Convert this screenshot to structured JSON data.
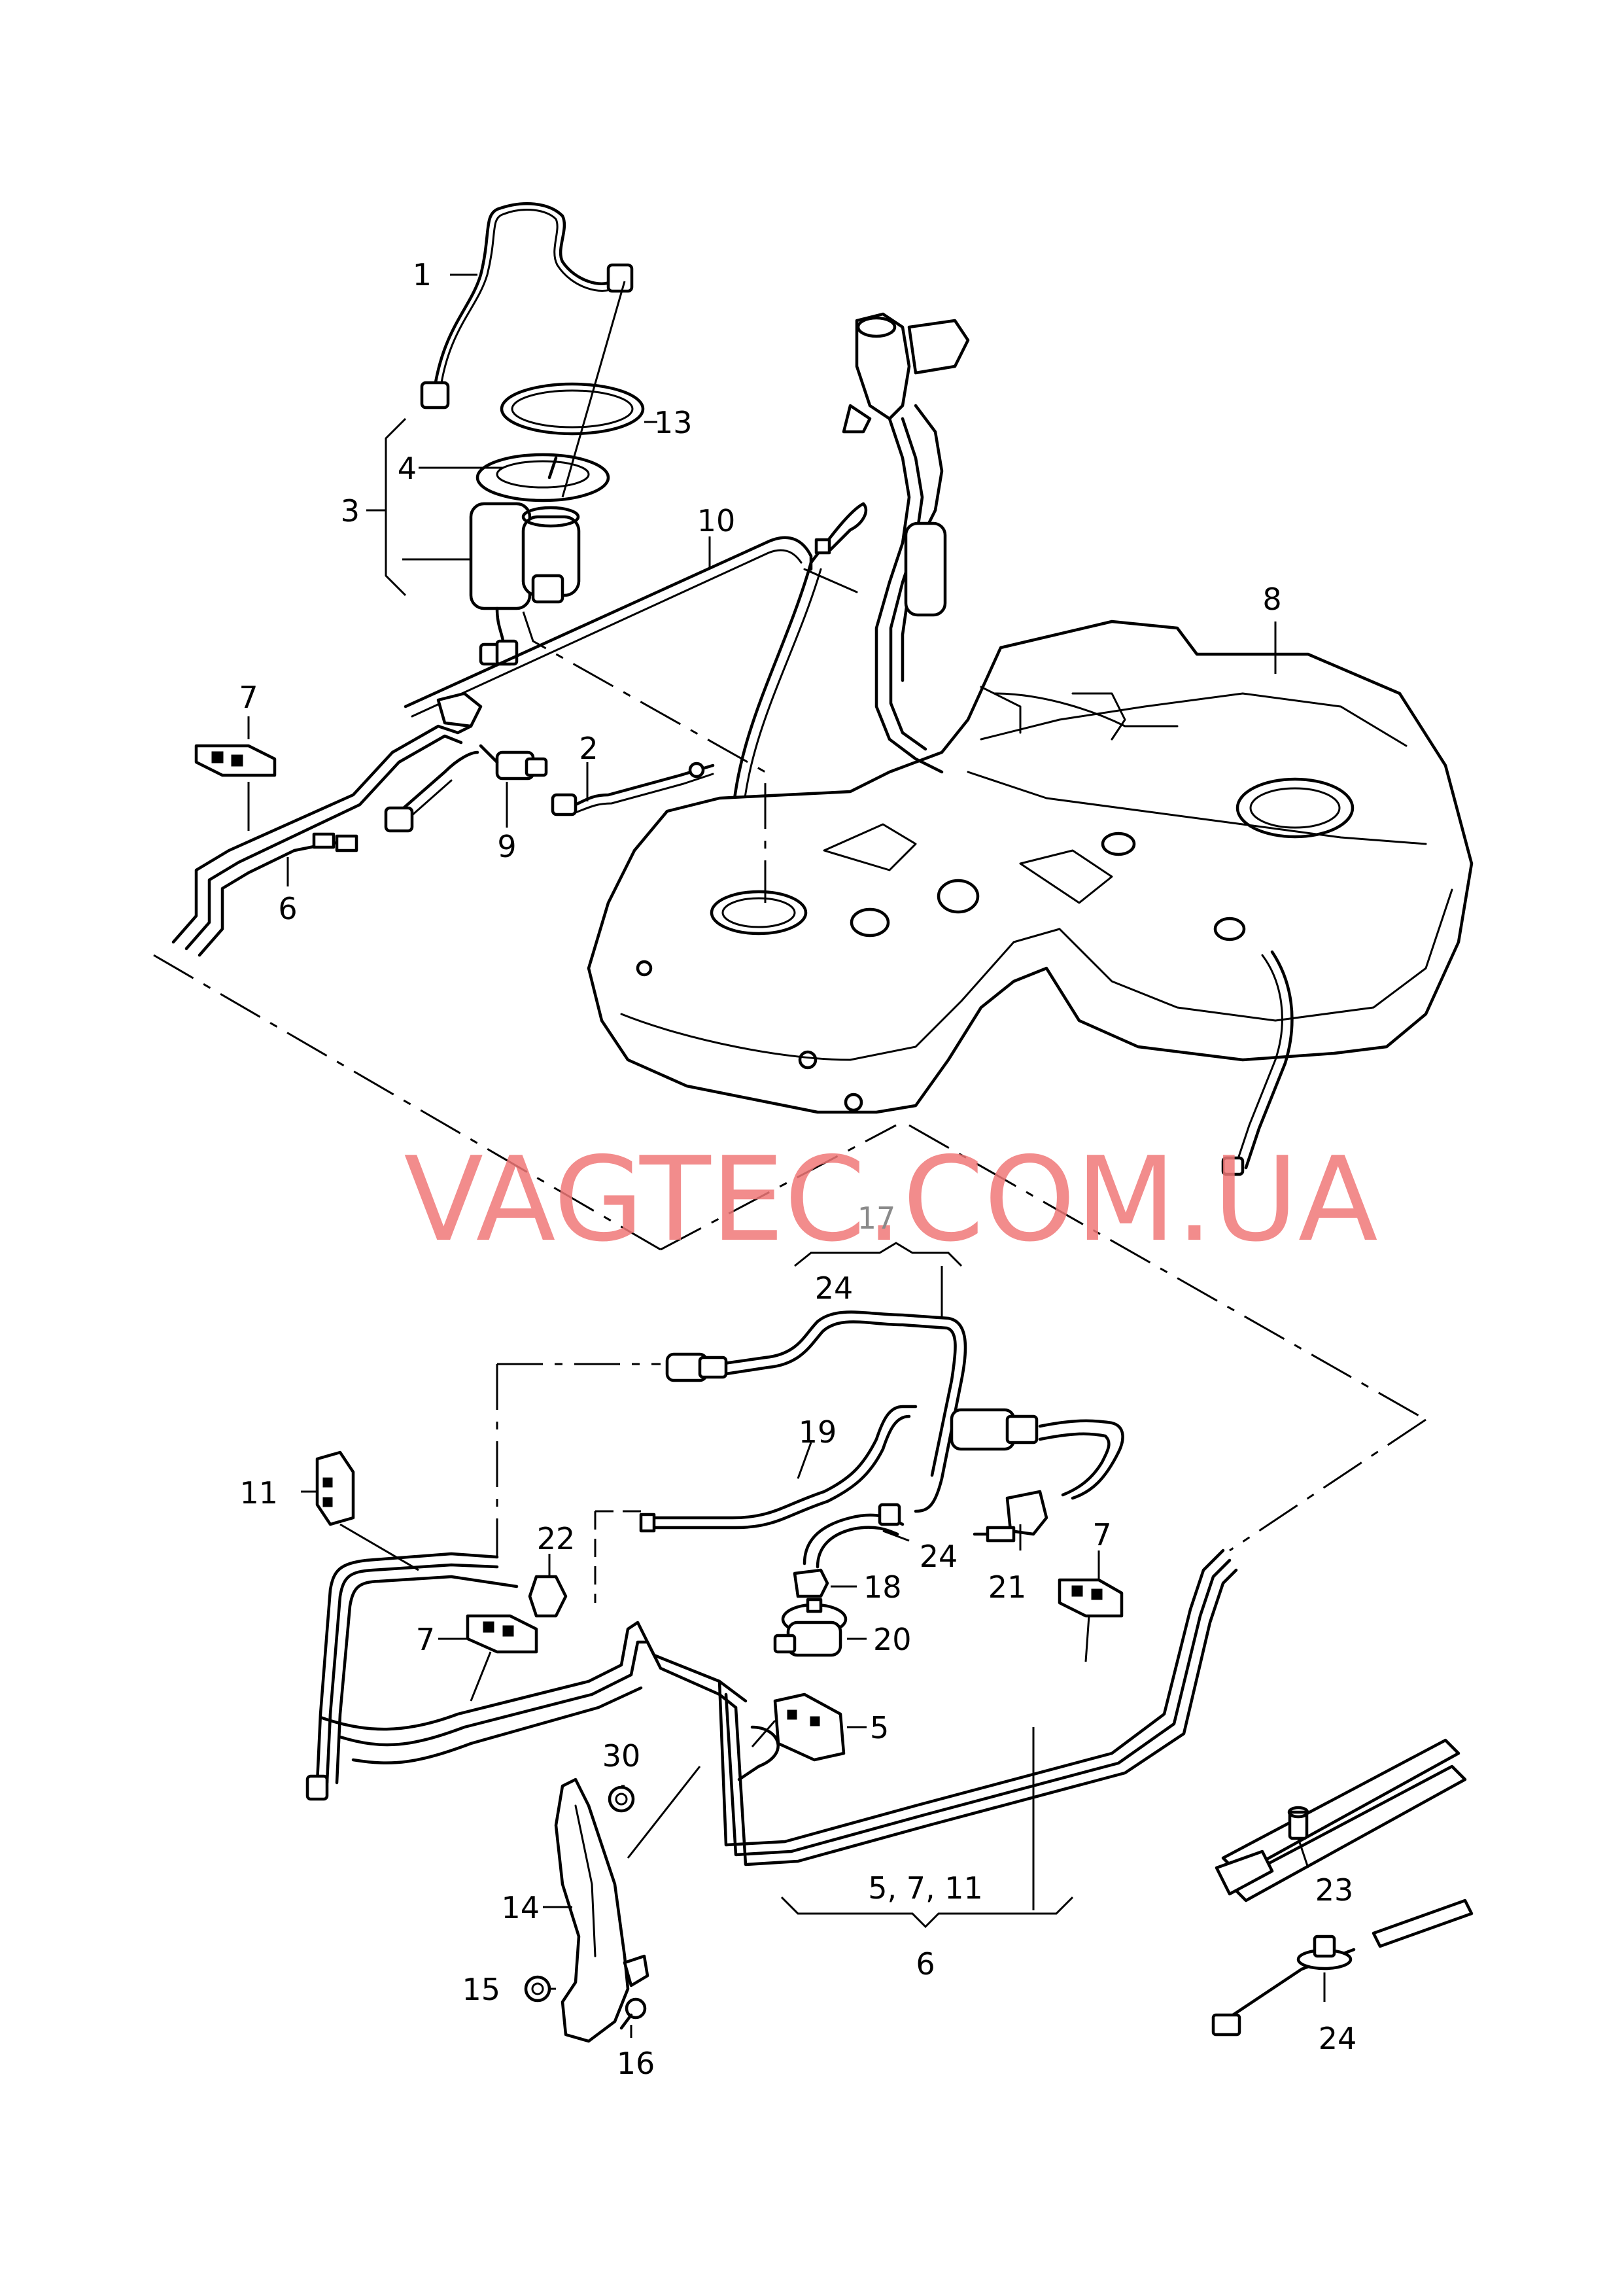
{
  "watermark": "VAGTEC.COM.UA",
  "callouts": {
    "c1": "1",
    "c2": "2",
    "c3": "3",
    "c4": "4",
    "c5": "5",
    "c6_top": "6",
    "c6_bottom": "6",
    "c7_top": "7",
    "c7_mid": "7",
    "c7_right": "7",
    "c8": "8",
    "c9": "9",
    "c10": "10",
    "c11": "11",
    "c13": "13",
    "c14": "14",
    "c15": "15",
    "c16": "16",
    "c17": "17",
    "c18": "18",
    "c19": "19",
    "c20": "20",
    "c21": "21",
    "c22": "22",
    "c23": "23",
    "c24_group": "24",
    "c24_mid": "24",
    "c24_bottom": "24",
    "c30": "30",
    "c5_7_11": "5, 7, 11"
  },
  "colors": {
    "line": "#000000",
    "watermark": "#f07878",
    "label_grey": "#8a8a8a",
    "background": "#ffffff"
  }
}
